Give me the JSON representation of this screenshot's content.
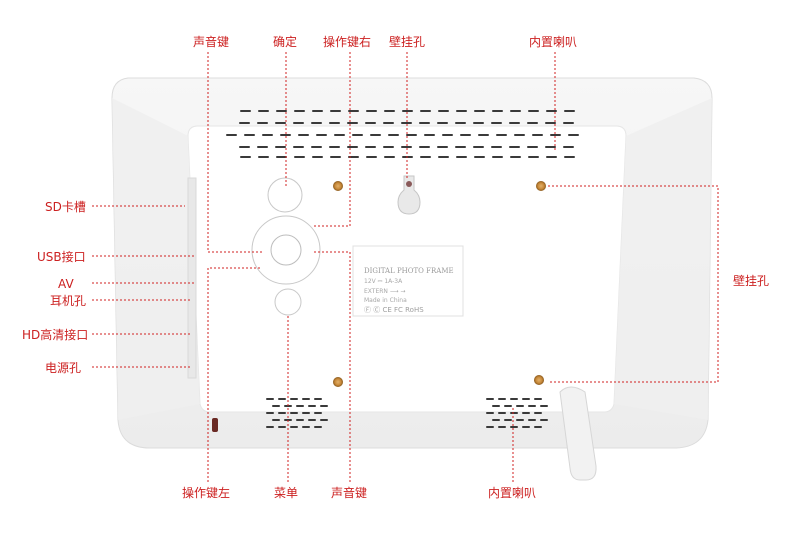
{
  "labels": {
    "top": [
      "声音键",
      "确定",
      "操作键右",
      "壁挂孔",
      "内置喇叭"
    ],
    "left": [
      "SD卡槽",
      "USB接口",
      "AV",
      "耳机孔",
      "HD高清接口",
      "电源孔"
    ],
    "right": "壁挂孔",
    "bottom": [
      "操作键左",
      "菜单",
      "声音键",
      "内置喇叭"
    ]
  },
  "device_label": {
    "line1": "DIGITAL PHOTO FRAME",
    "line2": "12V ⎓ 1A-3A",
    "line3": "EXTERN  ⟶  →",
    "line4": "Made in China",
    "line5": "Ⓕ  Ⓒ  CE  FC  RoHS"
  },
  "colors": {
    "accent": "#cc2020",
    "frame": "#f4f4f4",
    "back": "#ffffff"
  }
}
